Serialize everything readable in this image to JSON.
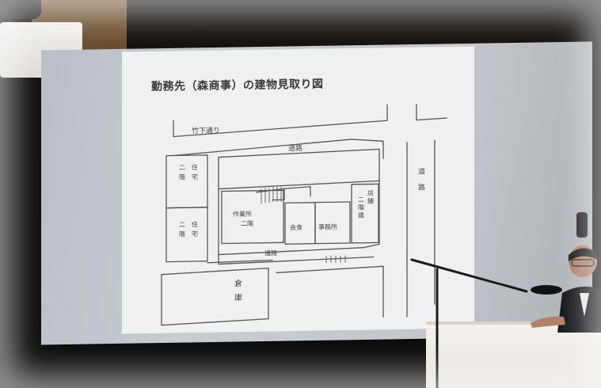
{
  "slide": {
    "title": "勤務先（森商事）の建物見取り図",
    "labels": {
      "top_road": "竹下通り",
      "road_horizontal": "道路",
      "road_vertical": "道路",
      "left_top_building": "二階住宅",
      "left_bottom_building": "二階住宅",
      "warehouse": "倉庫",
      "office": "事務所",
      "shop": "店舗二階建",
      "factory": "作業所二階",
      "meeting": "会食",
      "passage": "通路"
    }
  },
  "colors": {
    "screen": "#c4c8cc",
    "slide": "#eef1ef",
    "podium": "#f1eee8"
  }
}
